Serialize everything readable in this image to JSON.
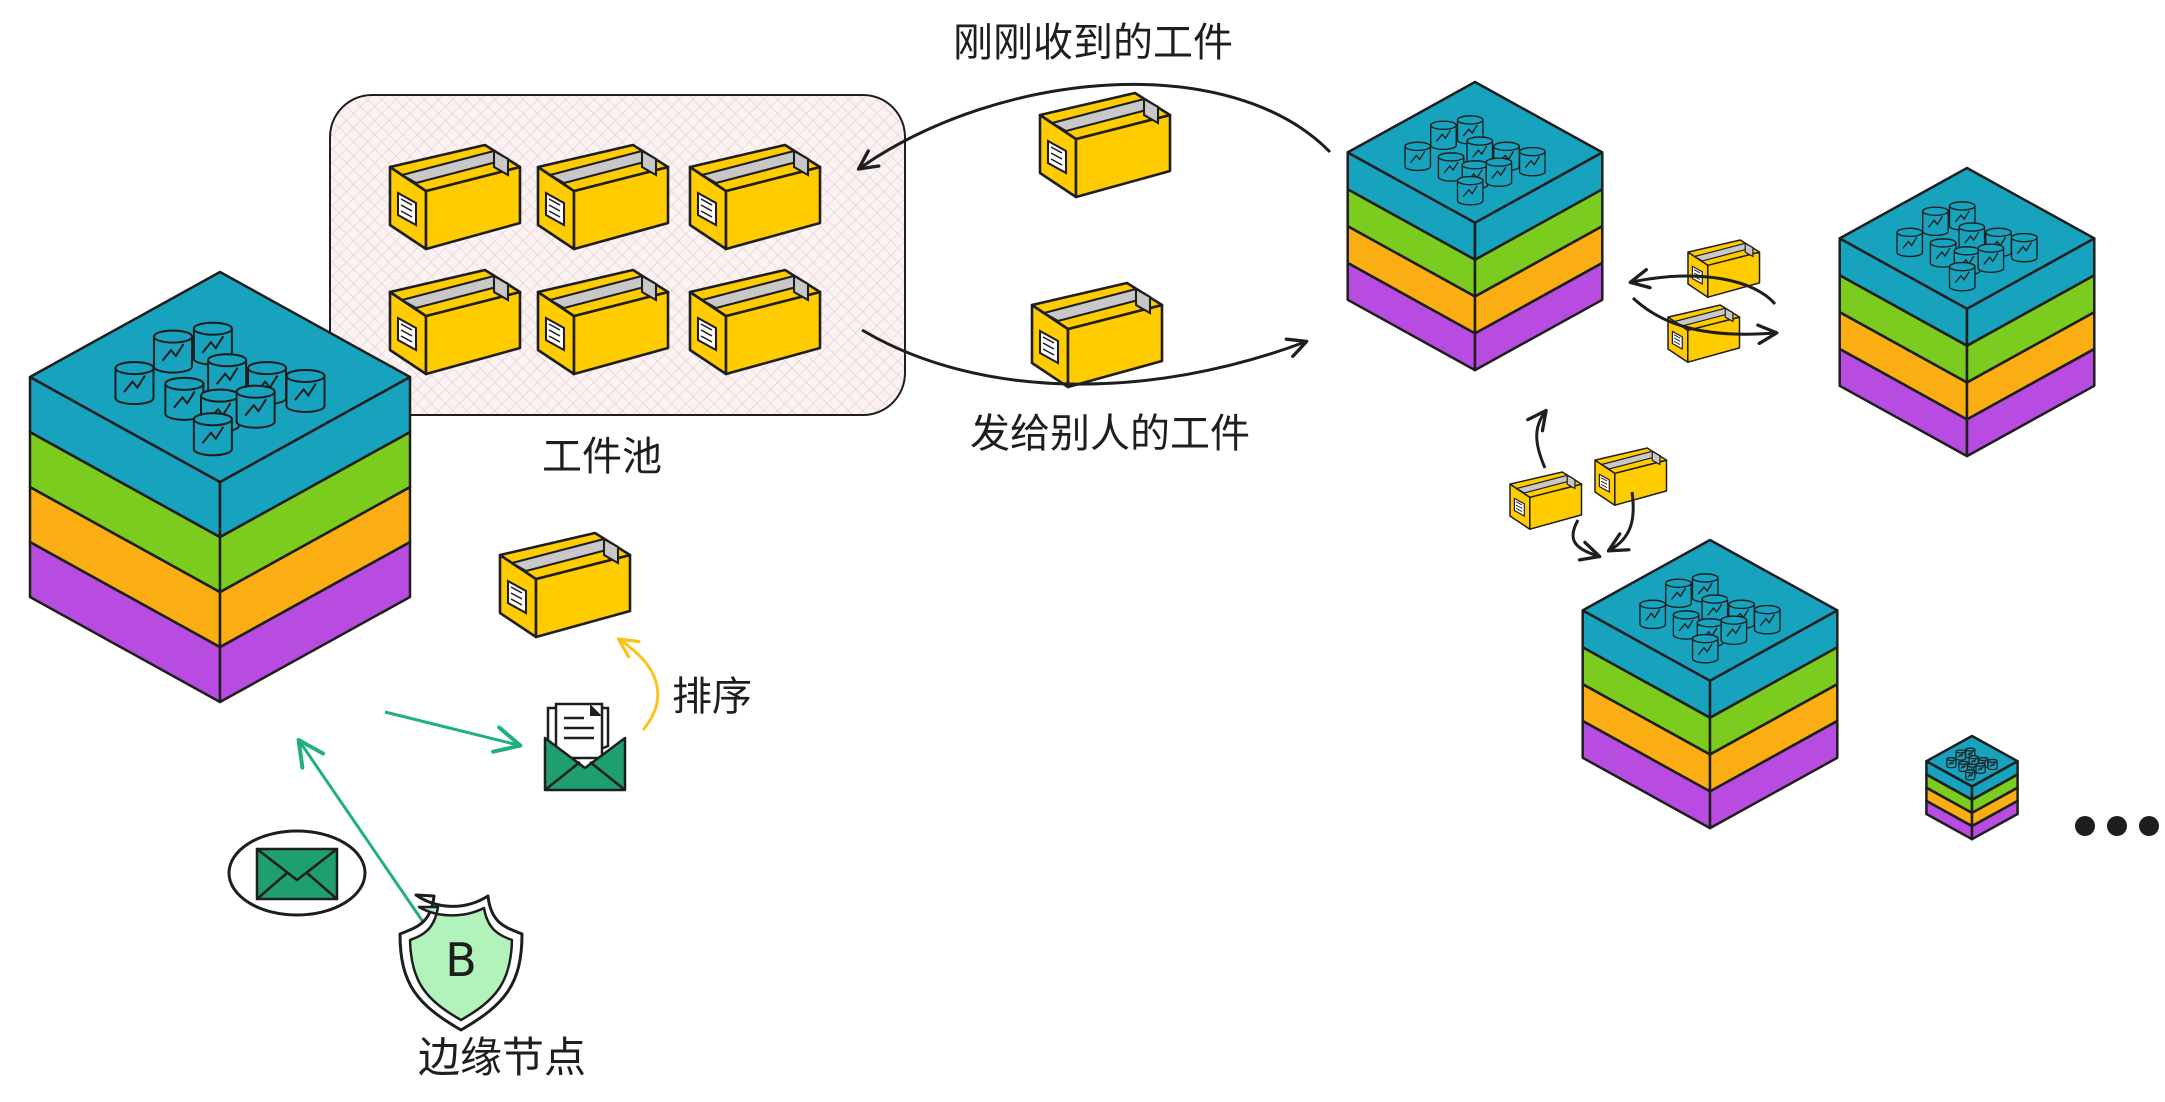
{
  "labels": {
    "pool": "工件池",
    "received": "刚刚收到的工件",
    "sent": "发给别人的工件",
    "sort": "排序",
    "edge_node": "边缘节点",
    "badge_letter": "B"
  },
  "colors": {
    "top": "#17a3bd",
    "green": "#7ccb1f",
    "orange": "#fbad14",
    "purple": "#b84ce0",
    "box": "#ffcc00",
    "box_tape": "#c8c8c8",
    "envelope": "#1f9e6e",
    "badge": "#b2f2bb",
    "arrow_green": "#1fb07e",
    "arrow_yellow": "#fcc419",
    "stroke": "#1e1e1e"
  },
  "more_indicator": "…"
}
